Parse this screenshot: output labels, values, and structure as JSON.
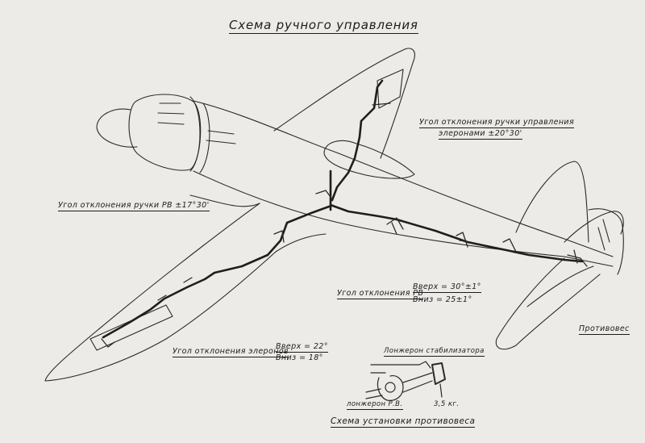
{
  "title": "Схема ручного управления",
  "labels": {
    "aileron_stick_angle_line1": "Угол отклонения ручки управления",
    "aileron_stick_angle_line2": "элеронами ±20°30'",
    "elevator_stick_angle": "Угол отклонения ручки РВ ±17°30'",
    "elevator_angle_title": "Угол отклонения РВ",
    "elevator_up": "Вверх = 30°±1°",
    "elevator_down": "Вниз = 25±1°",
    "aileron_angle_title": "Угол отклонения элеронов",
    "aileron_up": "Вверх = 22°",
    "aileron_down": "Вниз = 18°",
    "counterweight": "Противовес",
    "stabilizer_spar": "Лонжерон стабилизатора",
    "elevator_spar": "лонжерон Р.В.",
    "weight": "3,5 кг.",
    "counterweight_scheme": "Схема установки противовеса"
  },
  "colors": {
    "paper": "#ecebe7",
    "ink": "#1c1c1c",
    "rod": "#2a2a2a"
  }
}
